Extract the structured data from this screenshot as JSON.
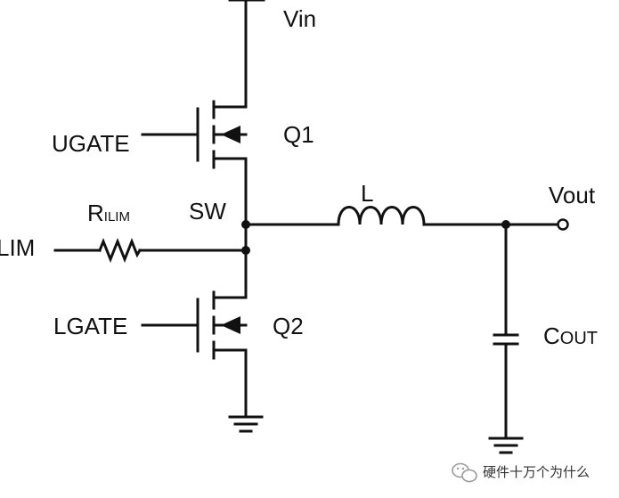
{
  "labels": {
    "vin": "Vin",
    "q1": "Q1",
    "q2": "Q2",
    "ugate": "UGATE",
    "lgate": "LGATE",
    "sw": "SW",
    "l": "L",
    "vout": "Vout",
    "ilim": "LIM",
    "rilim_main": "R",
    "rilim_sub": "ILIM",
    "cout_main": "C",
    "cout_sub": "OUT"
  },
  "watermark": {
    "text": "硬件十万个为什么",
    "icon": "wechat-icon"
  },
  "colors": {
    "wire": "#111111",
    "background": "#ffffff"
  }
}
